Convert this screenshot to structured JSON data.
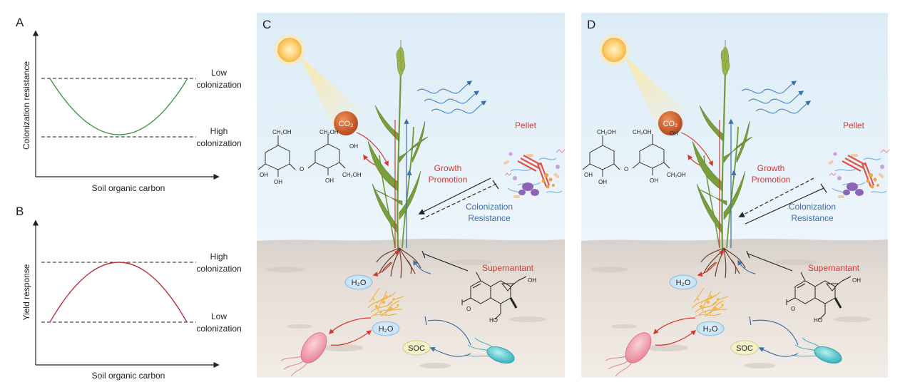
{
  "panel_a": {
    "letter": "A",
    "ylabel": "Colonization resistance",
    "xlabel": "Soil organic carbon",
    "top_line_label": [
      "Low",
      "colonization"
    ],
    "bottom_line_label": [
      "High",
      "colonization"
    ],
    "curve_color": "#3f9a45"
  },
  "panel_b": {
    "letter": "B",
    "ylabel": "Yield response",
    "xlabel": "Soil organic carbon",
    "top_line_label": [
      "High",
      "colonization"
    ],
    "bottom_line_label": [
      "Low",
      "colonization"
    ],
    "curve_color": "#b8303a"
  },
  "panel_c": {
    "letter": "C",
    "co2": "CO₂",
    "pellet": "Pellet",
    "growth": [
      "Growth",
      "Promotion"
    ],
    "resistance": [
      "Colonization",
      "Resistance"
    ],
    "supernatant": "Supernantant",
    "h2o_top": "H₂O",
    "h2o_bottom": "H₂O",
    "soc": "SOC"
  },
  "panel_d": {
    "letter": "D",
    "co2": "CO₂",
    "pellet": "Pellet",
    "growth": [
      "Growth",
      "Promotion"
    ],
    "resistance": [
      "Colonization",
      "Resistance"
    ],
    "supernatant": "Supernantant",
    "h2o_top": "H₂O",
    "h2o_bottom": "H₂O",
    "soc": "SOC"
  },
  "chem_labels": {
    "ch2oh": "CH₂OH",
    "oh": "OH",
    "ho": "HO",
    "o": "O"
  },
  "colors": {
    "sky": "#e8f3fa",
    "soil_top": "#d9d3cf",
    "soil_bottom": "#f2ece6",
    "red": "#d23b34",
    "blue": "#3d6fa8",
    "leaf": "#6b8f3a"
  }
}
